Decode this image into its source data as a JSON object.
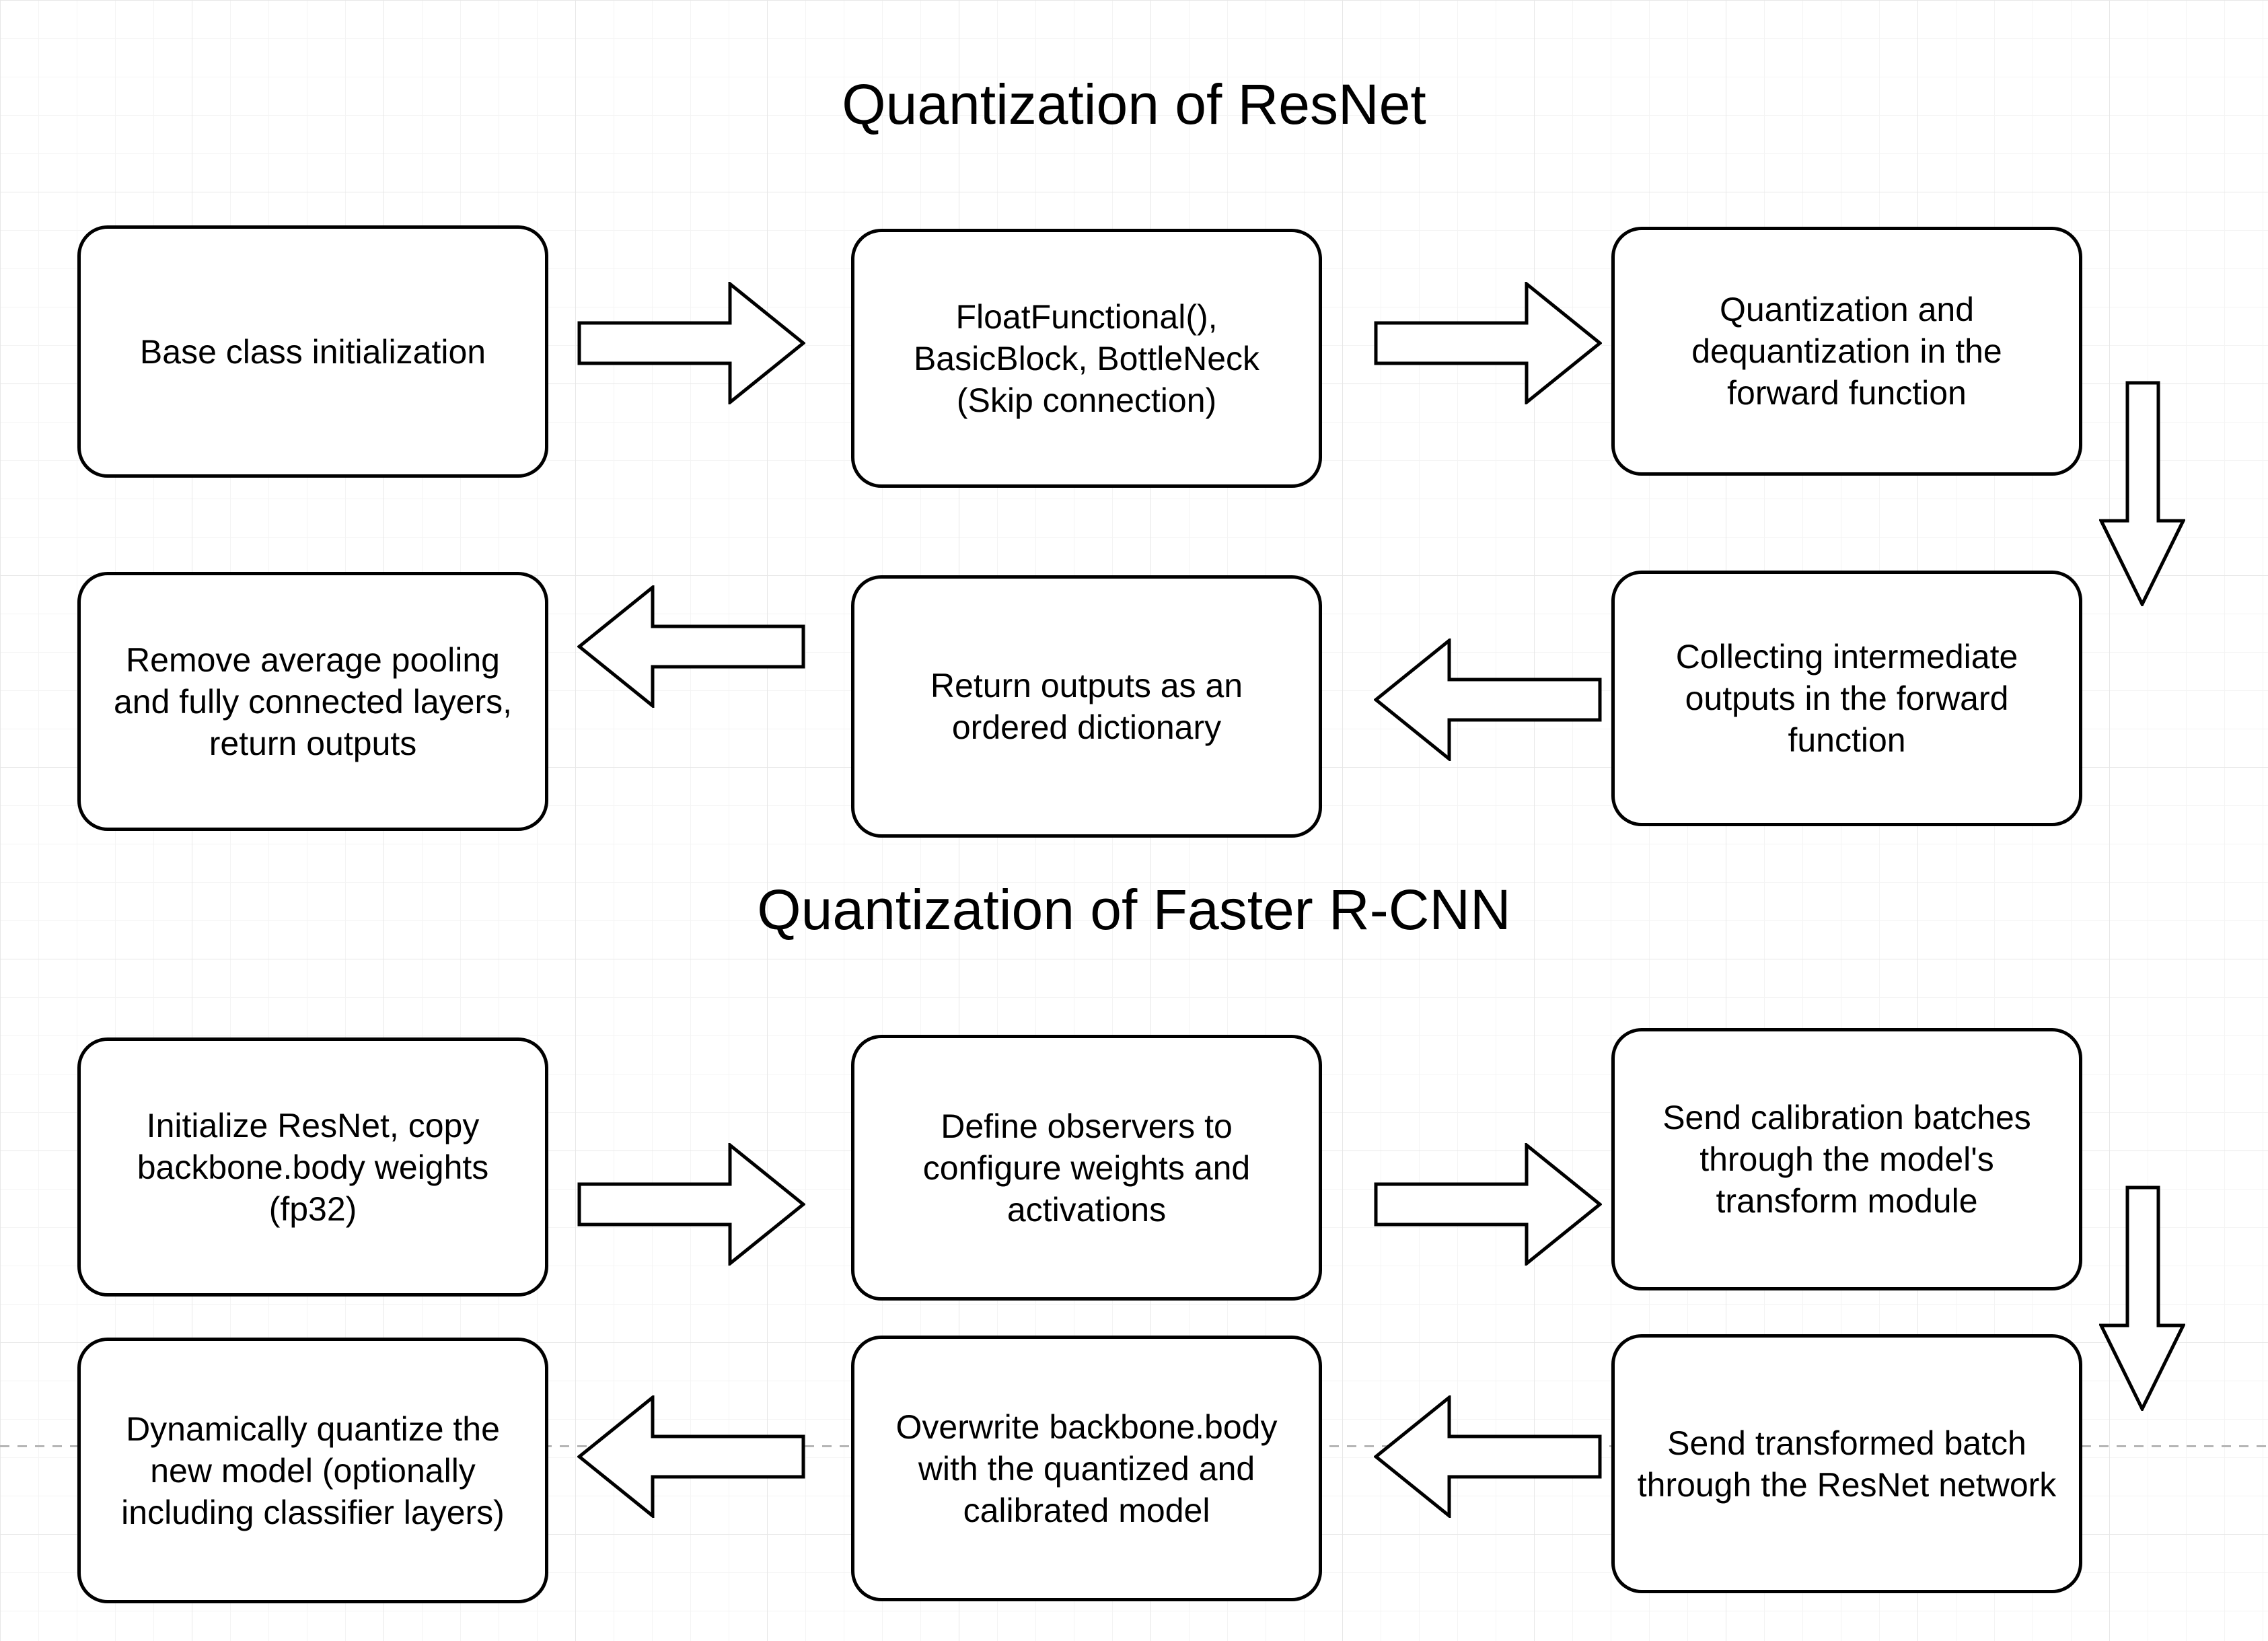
{
  "titles": {
    "section1": "Quantization of ResNet",
    "section2": "Quantization of Faster R-CNN"
  },
  "boxes": {
    "resnet_step1": "Base class initialization",
    "resnet_step2": "FloatFunctional(), BasicBlock, BottleNeck (Skip connection)",
    "resnet_step3": "Quantization and dequantization in the forward function",
    "resnet_step4": "Collecting intermediate outputs in the forward function",
    "resnet_step5": "Return outputs as an ordered dictionary",
    "resnet_step6": "Remove average pooling and fully connected layers, return outputs",
    "frcnn_step1": "Initialize ResNet, copy backbone.body weights (fp32)",
    "frcnn_step2": "Define observers to configure weights and activations",
    "frcnn_step3": "Send calibration batches through the model's transform module",
    "frcnn_step4": "Send transformed batch through the ResNet network",
    "frcnn_step5": "Overwrite backbone.body with the quantized and calibrated model",
    "frcnn_step6": "Dynamically quantize the new model (optionally including classifier layers)"
  },
  "colors": {
    "box_fill": "#ffffff",
    "box_stroke": "#000000",
    "text": "#000000",
    "grid_minor": "#f4f4f4",
    "grid_major": "#e7e7e7",
    "page_divider": "#b5b5b5"
  }
}
